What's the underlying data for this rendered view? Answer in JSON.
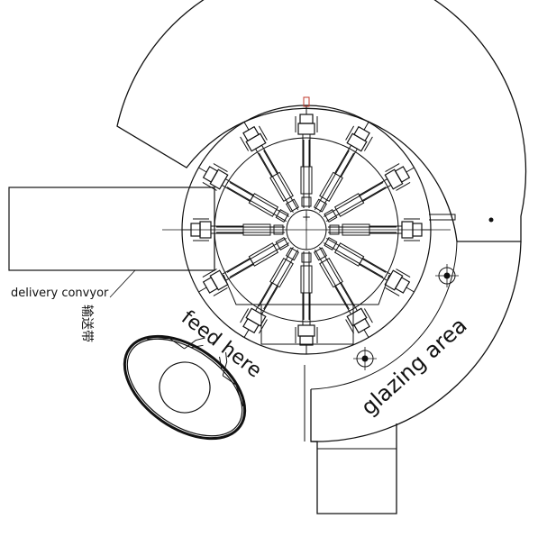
{
  "labels": {
    "conveyor_en": "delivery convyor",
    "conveyor_cn": "输送带",
    "feed": "feed here",
    "glazing": "glazing area"
  },
  "machine": {
    "station_count": 12
  }
}
